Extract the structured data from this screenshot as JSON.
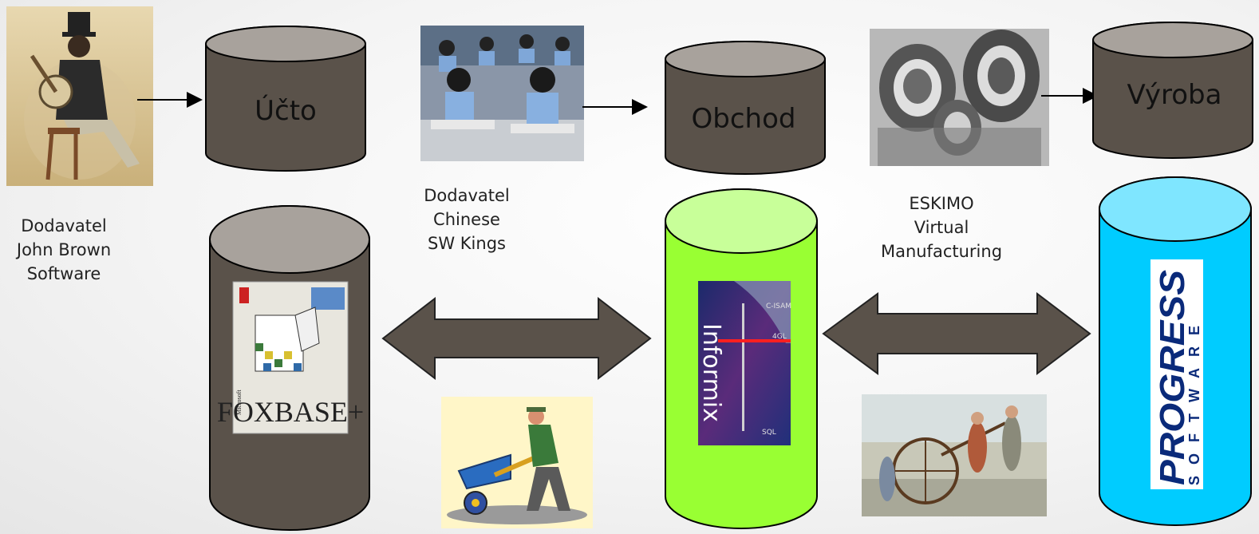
{
  "databases": {
    "ucto": {
      "label": "Účto",
      "color": "#5a524a"
    },
    "obchod": {
      "label": "Obchod",
      "color": "#5a524a"
    },
    "vyroba": {
      "label": "Výroba",
      "color": "#5a524a"
    }
  },
  "platforms": {
    "foxbase": {
      "color": "#5a524a",
      "box_text": "FOXBASE+",
      "box_small": "Microsoft"
    },
    "informix": {
      "color": "#99ff33",
      "box_text": "Informix",
      "tags": [
        "C-ISAM",
        "4GL",
        "SQL"
      ]
    },
    "progress": {
      "color": "#00ccff",
      "box_text": "PROGRESS",
      "box_sub": "SOFTWARE"
    }
  },
  "suppliers": {
    "john_brown": "Dodavatel\nJohn Brown\nSoftware",
    "chinese": "Dodavatel\nChinese\nSW Kings",
    "eskimo": "ESKIMO\nVirtual\nManufacturing"
  },
  "colors": {
    "arrow_fill": "#5a524a",
    "cylinder_top_grey": "#a8a29c",
    "cylinder_top_green": "#c8ff99",
    "cylinder_top_blue": "#7fe6ff"
  }
}
